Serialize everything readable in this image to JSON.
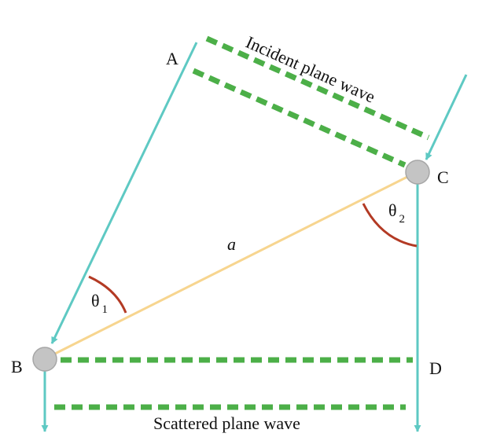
{
  "labels": {
    "point_a": "A",
    "point_b": "B",
    "point_c": "C",
    "point_d": "D",
    "distance": "a",
    "theta1_symbol": "θ",
    "theta1_sub": "1",
    "theta2_symbol": "θ",
    "theta2_sub": "2"
  },
  "captions": {
    "incident": "Incident plane wave",
    "scattered": "Scattered plane wave"
  },
  "colors": {
    "ray": "#5ec9c3",
    "wavefront": "#4caf48",
    "separation": "#f7d58f",
    "angle_arc": "#b33a24",
    "atom_fill": "#c4c4c4",
    "atom_stroke": "#a6a6a6"
  }
}
